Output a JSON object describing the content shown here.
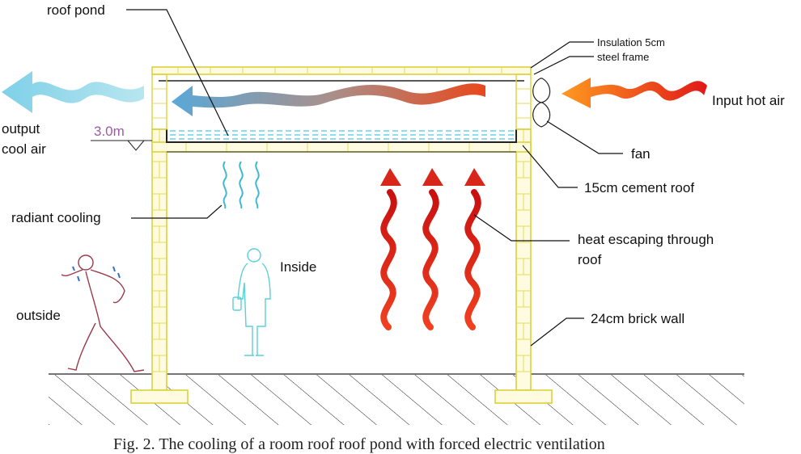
{
  "labels": {
    "roof_pond": "roof pond",
    "insulation": "Insulation 5cm",
    "steel_frame": "steel frame",
    "input_hot_air": "Input hot air",
    "output_line1": "output",
    "output_line2": "cool air",
    "level": "3.0m",
    "fan": "fan",
    "cement_roof": "15cm cement roof",
    "radiant_cooling": "radiant cooling",
    "heat_escape_line1": "heat escaping through",
    "heat_escape_line2": "roof",
    "inside": "Inside",
    "outside": "outside",
    "brick_wall": "24cm brick wall"
  },
  "caption": "Fig. 2. The cooling of a room roof roof pond with forced electric ventilation",
  "colors": {
    "hot_air": "#e8401c",
    "cool_air": "#7fcfe0",
    "heat_waves": "#d8261a",
    "radiant": "#3fb8d0",
    "wall": "#dcd23a",
    "pond_water": "#4fc8e0",
    "person_outside": "#9a3a4a",
    "person_inside": "#5ad0d8"
  },
  "icons": {
    "fan": "fan-icon",
    "hot_air_arrow": "wavy-arrow-icon",
    "cool_air_arrow": "wavy-arrow-icon",
    "person_inside": "standing-person-icon",
    "person_outside": "sweating-person-icon"
  }
}
